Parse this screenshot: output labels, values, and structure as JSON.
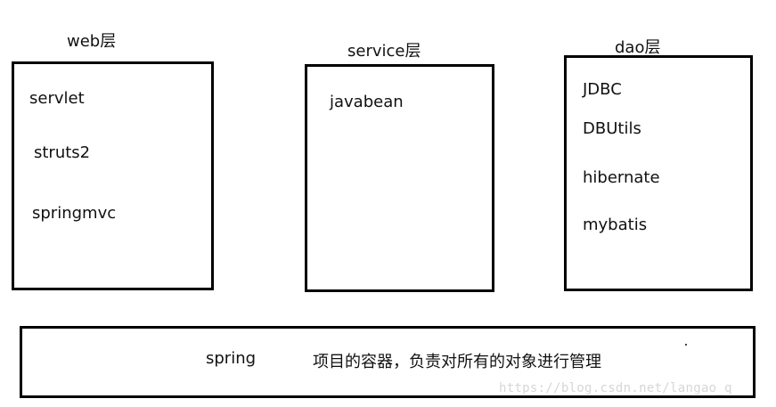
{
  "layers": {
    "web": {
      "title": "web层",
      "items": [
        "servlet",
        "struts2",
        "springmvc"
      ]
    },
    "service": {
      "title": "service层",
      "items": [
        "javabean"
      ]
    },
    "dao": {
      "title": "dao层",
      "items": [
        "JDBC",
        "DBUtils",
        "hibernate",
        "mybatis"
      ]
    }
  },
  "container": {
    "name": "spring",
    "description": "项目的容器，负责对所有的对象进行管理"
  },
  "watermark": "https://blog.csdn.net/langao_q"
}
